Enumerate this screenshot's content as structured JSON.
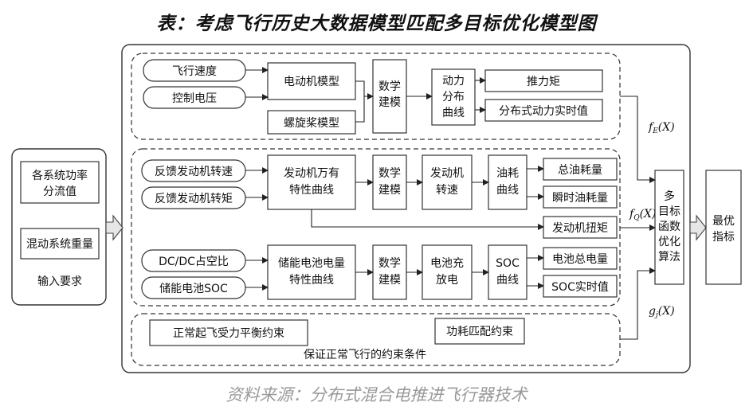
{
  "title": "表：考虑飞行历史大数据模型匹配多目标优化模型图",
  "source": "资料来源：分布式混合电推进飞行器技术",
  "input_panel": {
    "item1": [
      "各系统功率",
      "分流值"
    ],
    "item2": "混动系统重量",
    "label": "输入要求"
  },
  "group1": {
    "inputs": [
      "飞行速度",
      "控制电压"
    ],
    "motor_model": "电动机模型",
    "propeller_model": "螺旋桨模型",
    "math_model": [
      "数学",
      "建模"
    ],
    "power_curve": [
      "动力",
      "分布",
      "曲线"
    ],
    "outputs": [
      "推力矩",
      "分布式动力实时值"
    ],
    "func": "f",
    "func_sub": "E",
    "func_arg": "(X)"
  },
  "group2": {
    "inputs": [
      "反馈发动机转速",
      "反馈发动机转矩"
    ],
    "engine_curve": [
      "发动机万有",
      "特性曲线"
    ],
    "math_model": [
      "数学",
      "建模"
    ],
    "engine_speed": [
      "发动机",
      "转速"
    ],
    "fuel_curve": [
      "油耗",
      "曲线"
    ],
    "outputs": [
      "总油耗量",
      "瞬时油耗量",
      "发动机扭矩"
    ],
    "func": "f",
    "func_sub": "Q",
    "func_arg": "(X)"
  },
  "group3": {
    "inputs": [
      "DC/DC占空比",
      "储能电池SOC"
    ],
    "battery_curve": [
      "储能电池电量",
      "特性曲线"
    ],
    "math_model": [
      "数学",
      "建模"
    ],
    "charge": [
      "电池充",
      "放电"
    ],
    "soc_curve": [
      "SOC",
      "曲线"
    ],
    "outputs": [
      "电池总电量",
      "SOC实时值"
    ]
  },
  "constraints": {
    "items": [
      "正常起飞受力平衡约束",
      "功耗匹配约束"
    ],
    "label": "保证正常飞行的约束条件",
    "func": "g",
    "func_sub": "j",
    "func_arg": "(X)"
  },
  "optimizer": [
    "多",
    "目标",
    "函数",
    "优化",
    "算法"
  ],
  "result": [
    "最优",
    "指标"
  ]
}
